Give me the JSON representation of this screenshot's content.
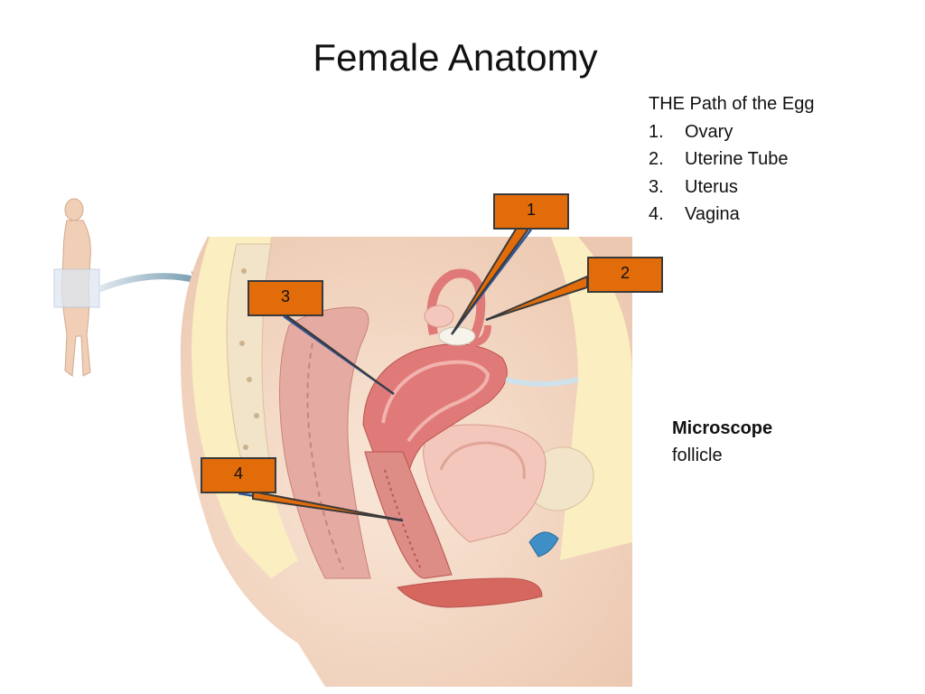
{
  "title": "Female Anatomy",
  "path_list": {
    "heading": "THE Path of the Egg",
    "items": [
      {
        "num": "1.",
        "label": "Ovary"
      },
      {
        "num": "2.",
        "label": "Uterine Tube"
      },
      {
        "num": "3.",
        "label": "Uterus"
      },
      {
        "num": "4.",
        "label": "Vagina"
      }
    ]
  },
  "side_note": {
    "bold": "Microscope",
    "plain": "follicle"
  },
  "callouts": [
    "1",
    "2",
    "3",
    "4"
  ],
  "colors": {
    "callout_fill": "#e36c0a",
    "callout_border": "#3a3a3a",
    "leader_line": "#2f5597",
    "skin": "#f3d9c6",
    "uterus": "#e07a78",
    "fat": "#fbeec0",
    "bone": "#f2e4c9"
  }
}
